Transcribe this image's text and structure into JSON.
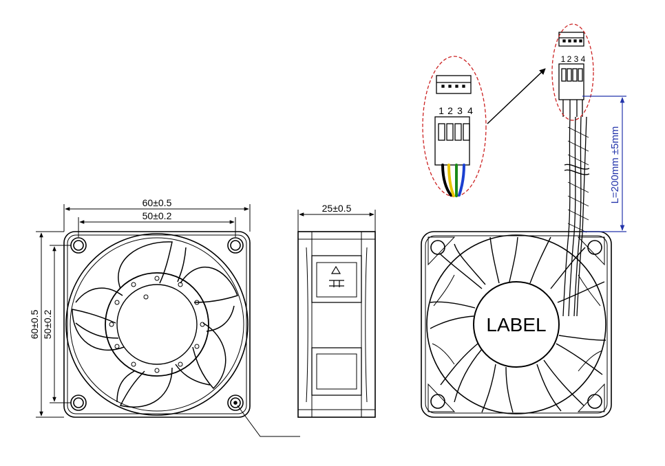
{
  "front_view": {
    "width_outer": "60±0.5",
    "width_inner": "50±0.2",
    "height_outer": "60±0.5",
    "height_inner": "50±0.2"
  },
  "side_view": {
    "depth": "25±0.5"
  },
  "rear_view": {
    "label": "LABEL"
  },
  "connector": {
    "pins": [
      "1",
      "2",
      "3",
      "4"
    ],
    "wire_colors": [
      "#000000",
      "#e8c400",
      "#1a8a1a",
      "#1a3fd0"
    ],
    "highlight_color": "#cc2222"
  },
  "cable": {
    "length": "L=200mm ±5mm",
    "dim_color": "#2233aa"
  }
}
